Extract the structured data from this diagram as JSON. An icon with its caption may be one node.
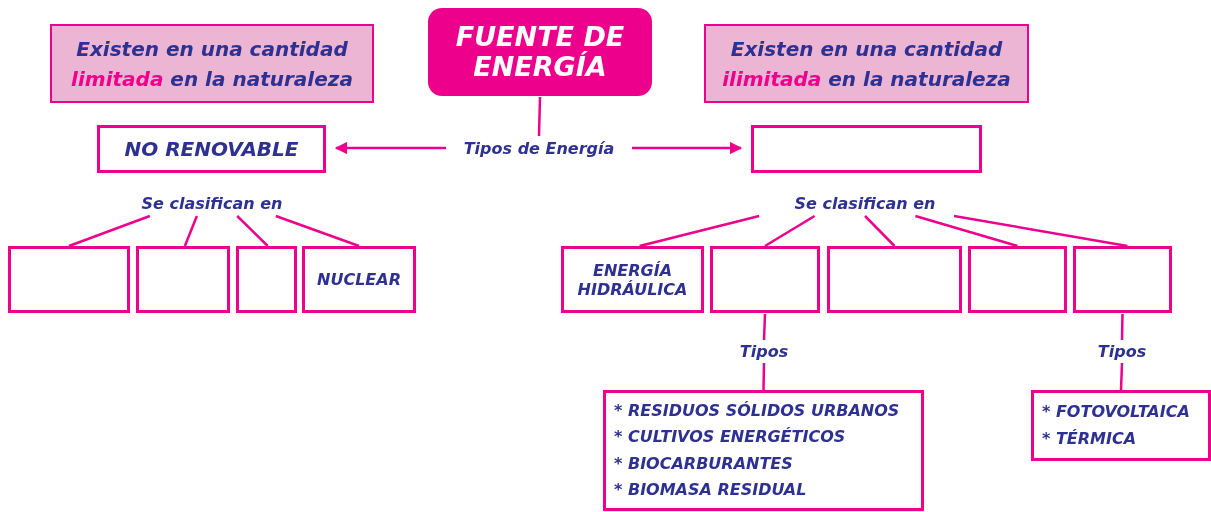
{
  "diagram": {
    "nodes": [
      {
        "text": [
          "FUENTE DE ENERGÍA"
        ]
      },
      {
        "text": [
          "Existen en una cantidad **limitada** en la naturaleza"
        ]
      },
      {
        "text": [
          "Existen en una cantidad **ilimitada** en la naturaleza"
        ]
      },
      {
        "text": [
          "Tipos de Energía"
        ]
      },
      {
        "text": [
          "NO RENOVABLE"
        ]
      },
      {
        "text": [],
        "shape": "box"
      },
      {
        "text": [
          "Se clasifican en"
        ]
      },
      {
        "text": [
          "Se clasifican en"
        ]
      },
      {
        "text": [],
        "shape": "box"
      },
      {
        "text": [],
        "shape": "box"
      },
      {
        "text": [],
        "shape": "box"
      },
      {
        "text": [
          "NUCLEAR"
        ]
      },
      {
        "text": [
          "ENERGÍA HIDRÁULICA"
        ]
      },
      {
        "text": [],
        "shape": "box"
      },
      {
        "text": [],
        "shape": "box"
      },
      {
        "text": [],
        "shape": "box"
      },
      {
        "text": [],
        "shape": "box"
      },
      {
        "text": [
          "Tipos"
        ]
      },
      {
        "text": [
          "* RESIDUOS SÓLIDOS URBANOS",
          "* CULTIVOS ENERGÉTICOS",
          "* BIOCARBURANTES",
          "* BIOMASA RESIDUAL"
        ]
      },
      {
        "text": [
          "Tipos"
        ]
      },
      {
        "text": [
          "* FOTOVOLTAICA",
          "* TÉRMICA"
        ]
      }
    ],
    "edges": [
      {
        "from": 0,
        "to": 3,
        "arrow": "none"
      },
      {
        "from": 3,
        "to": 4,
        "arrow": "to"
      },
      {
        "from": 3,
        "to": 5,
        "arrow": "to"
      },
      {
        "from": 6,
        "to": 8,
        "arrow": "none"
      },
      {
        "from": 6,
        "to": 9,
        "arrow": "none"
      },
      {
        "from": 6,
        "to": 10,
        "arrow": "none"
      },
      {
        "from": 6,
        "to": 11,
        "arrow": "none"
      },
      {
        "from": 7,
        "to": 12,
        "arrow": "none"
      },
      {
        "from": 7,
        "to": 13,
        "arrow": "none"
      },
      {
        "from": 7,
        "to": 14,
        "arrow": "none"
      },
      {
        "from": 7,
        "to": 15,
        "arrow": "none"
      },
      {
        "from": 7,
        "to": 16,
        "arrow": "none"
      },
      {
        "from": 13,
        "to": 17,
        "arrow": "none"
      },
      {
        "from": 17,
        "to": 18,
        "arrow": "none"
      },
      {
        "from": 16,
        "to": 19,
        "arrow": "none"
      },
      {
        "from": 19,
        "to": 20,
        "arrow": "none"
      }
    ]
  }
}
